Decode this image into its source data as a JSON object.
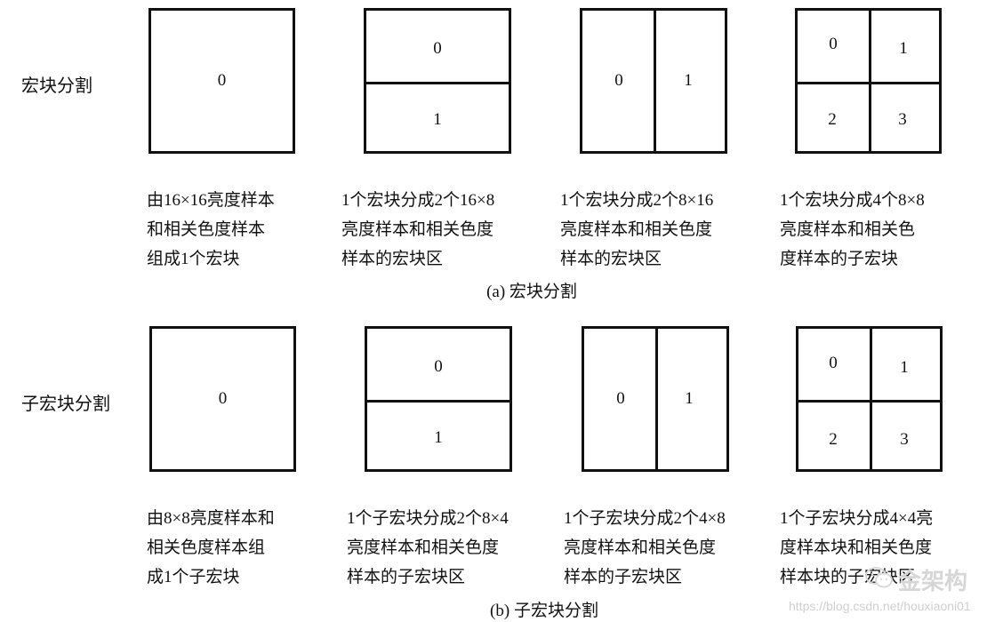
{
  "section_a": {
    "row_label": "宏块分割",
    "caption": "(a) 宏块分割",
    "partitions": [
      {
        "labels": [
          "0"
        ],
        "desc": [
          "由16×16亮度样本",
          "和相关色度样本",
          "组成1个宏块"
        ]
      },
      {
        "labels": [
          "0",
          "1"
        ],
        "desc": [
          "1个宏块分成2个16×8",
          "亮度样本和相关色度",
          "样本的宏块区"
        ]
      },
      {
        "labels": [
          "0",
          "1"
        ],
        "desc": [
          "1个宏块分成2个8×16",
          "亮度样本和相关色度",
          "样本的宏块区"
        ]
      },
      {
        "labels": [
          "0",
          "1",
          "2",
          "3"
        ],
        "desc": [
          "1个宏块分成4个8×8",
          "亮度样本和相关色",
          "度样本的子宏块"
        ]
      }
    ]
  },
  "section_b": {
    "row_label": "子宏块分割",
    "caption": "(b) 子宏块分割",
    "partitions": [
      {
        "labels": [
          "0"
        ],
        "desc": [
          "由8×8亮度样本和",
          "相关色度样本组",
          "成1个子宏块"
        ]
      },
      {
        "labels": [
          "0",
          "1"
        ],
        "desc": [
          "1个子宏块分成2个8×4",
          "亮度样本和相关色度",
          "样本的子宏块区"
        ]
      },
      {
        "labels": [
          "0",
          "1"
        ],
        "desc": [
          "1个子宏块分成2个4×8",
          "亮度样本和相关色度",
          "样本的子宏块区"
        ]
      },
      {
        "labels": [
          "0",
          "1",
          "2",
          "3"
        ],
        "desc": [
          "1个子宏块分成4×4亮",
          "度样本块和相关色度",
          "样本块的子宏块区"
        ]
      }
    ]
  },
  "watermark": {
    "brand": "金架构",
    "url": "https://blog.csdn.net/houxiaoni01"
  }
}
